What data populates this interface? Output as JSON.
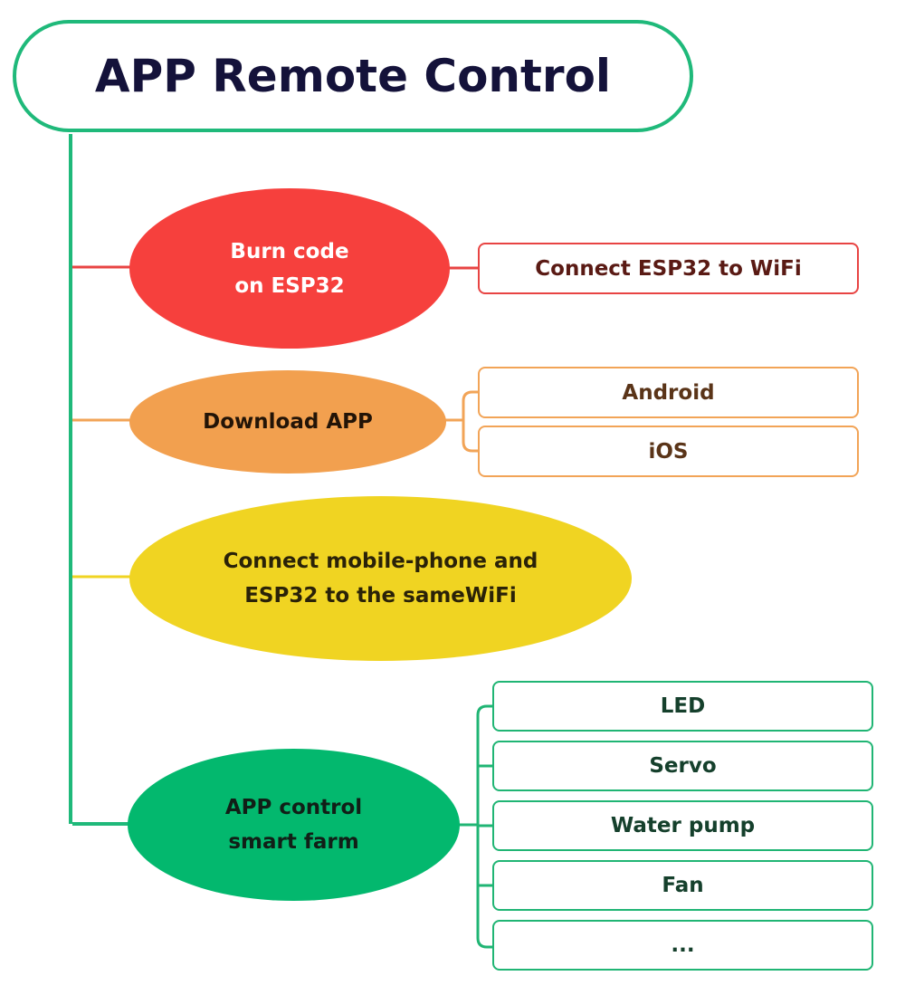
{
  "title": "APP Remote Control",
  "colors": {
    "green": "#1fb97a",
    "red": "#f6403d",
    "orange": "#f2a04f",
    "yellow": "#f0d422",
    "dark_green": "#03b86e"
  },
  "steps": [
    {
      "lines": [
        "Burn code",
        "on ESP32"
      ],
      "children": [
        "Connect ESP32 to WiFi"
      ]
    },
    {
      "lines": [
        "Download APP"
      ],
      "children": [
        "Android",
        "iOS"
      ]
    },
    {
      "lines": [
        "Connect mobile-phone and",
        "ESP32 to the sameWiFi"
      ],
      "children": []
    },
    {
      "lines": [
        "APP control",
        "smart farm"
      ],
      "children": [
        "LED",
        "Servo",
        "Water pump",
        "Fan",
        "..."
      ]
    }
  ]
}
